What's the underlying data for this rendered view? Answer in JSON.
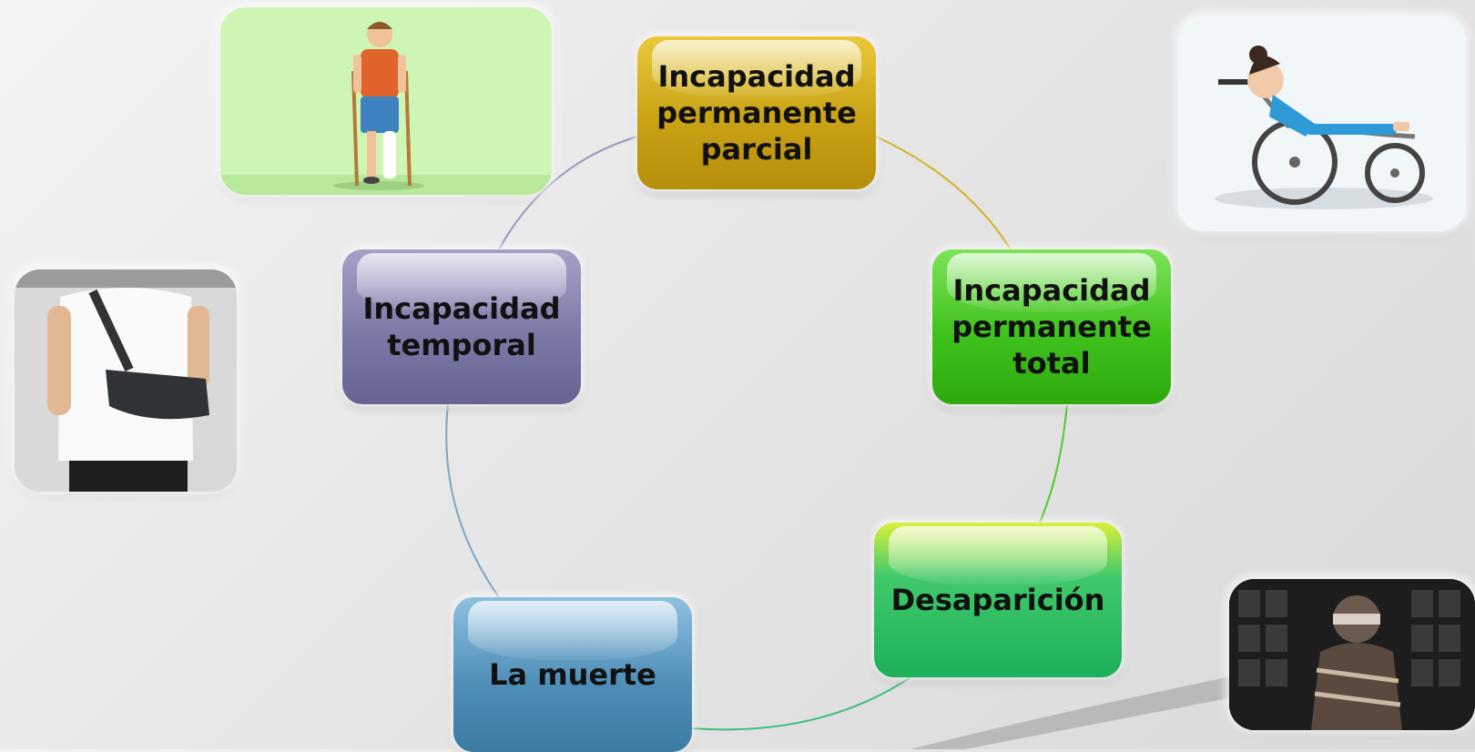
{
  "diagram": {
    "nodes": [
      {
        "id": "parcial",
        "label": "Incapacidad\npermanente\nparcial",
        "color": "#c9a214"
      },
      {
        "id": "total",
        "label": "Incapacidad\npermanente\ntotal",
        "color": "#3fc21c"
      },
      {
        "id": "desaparicion",
        "label": "Desaparición",
        "color": "#1db05a"
      },
      {
        "id": "muerte",
        "label": "La muerte",
        "color": "#4f8fb8"
      },
      {
        "id": "temporal",
        "label": "Incapacidad\ntemporal",
        "color": "#7b7aa6"
      }
    ],
    "connector_colors": [
      "#d4b22a",
      "#4ccc2a",
      "#3bbf7a",
      "#7aa6c4",
      "#9a97bf"
    ],
    "images": [
      "person-with-crutches-icon",
      "person-in-wheelchair-icon",
      "arm-sling-icon",
      "bound-person-photo-icon"
    ]
  }
}
